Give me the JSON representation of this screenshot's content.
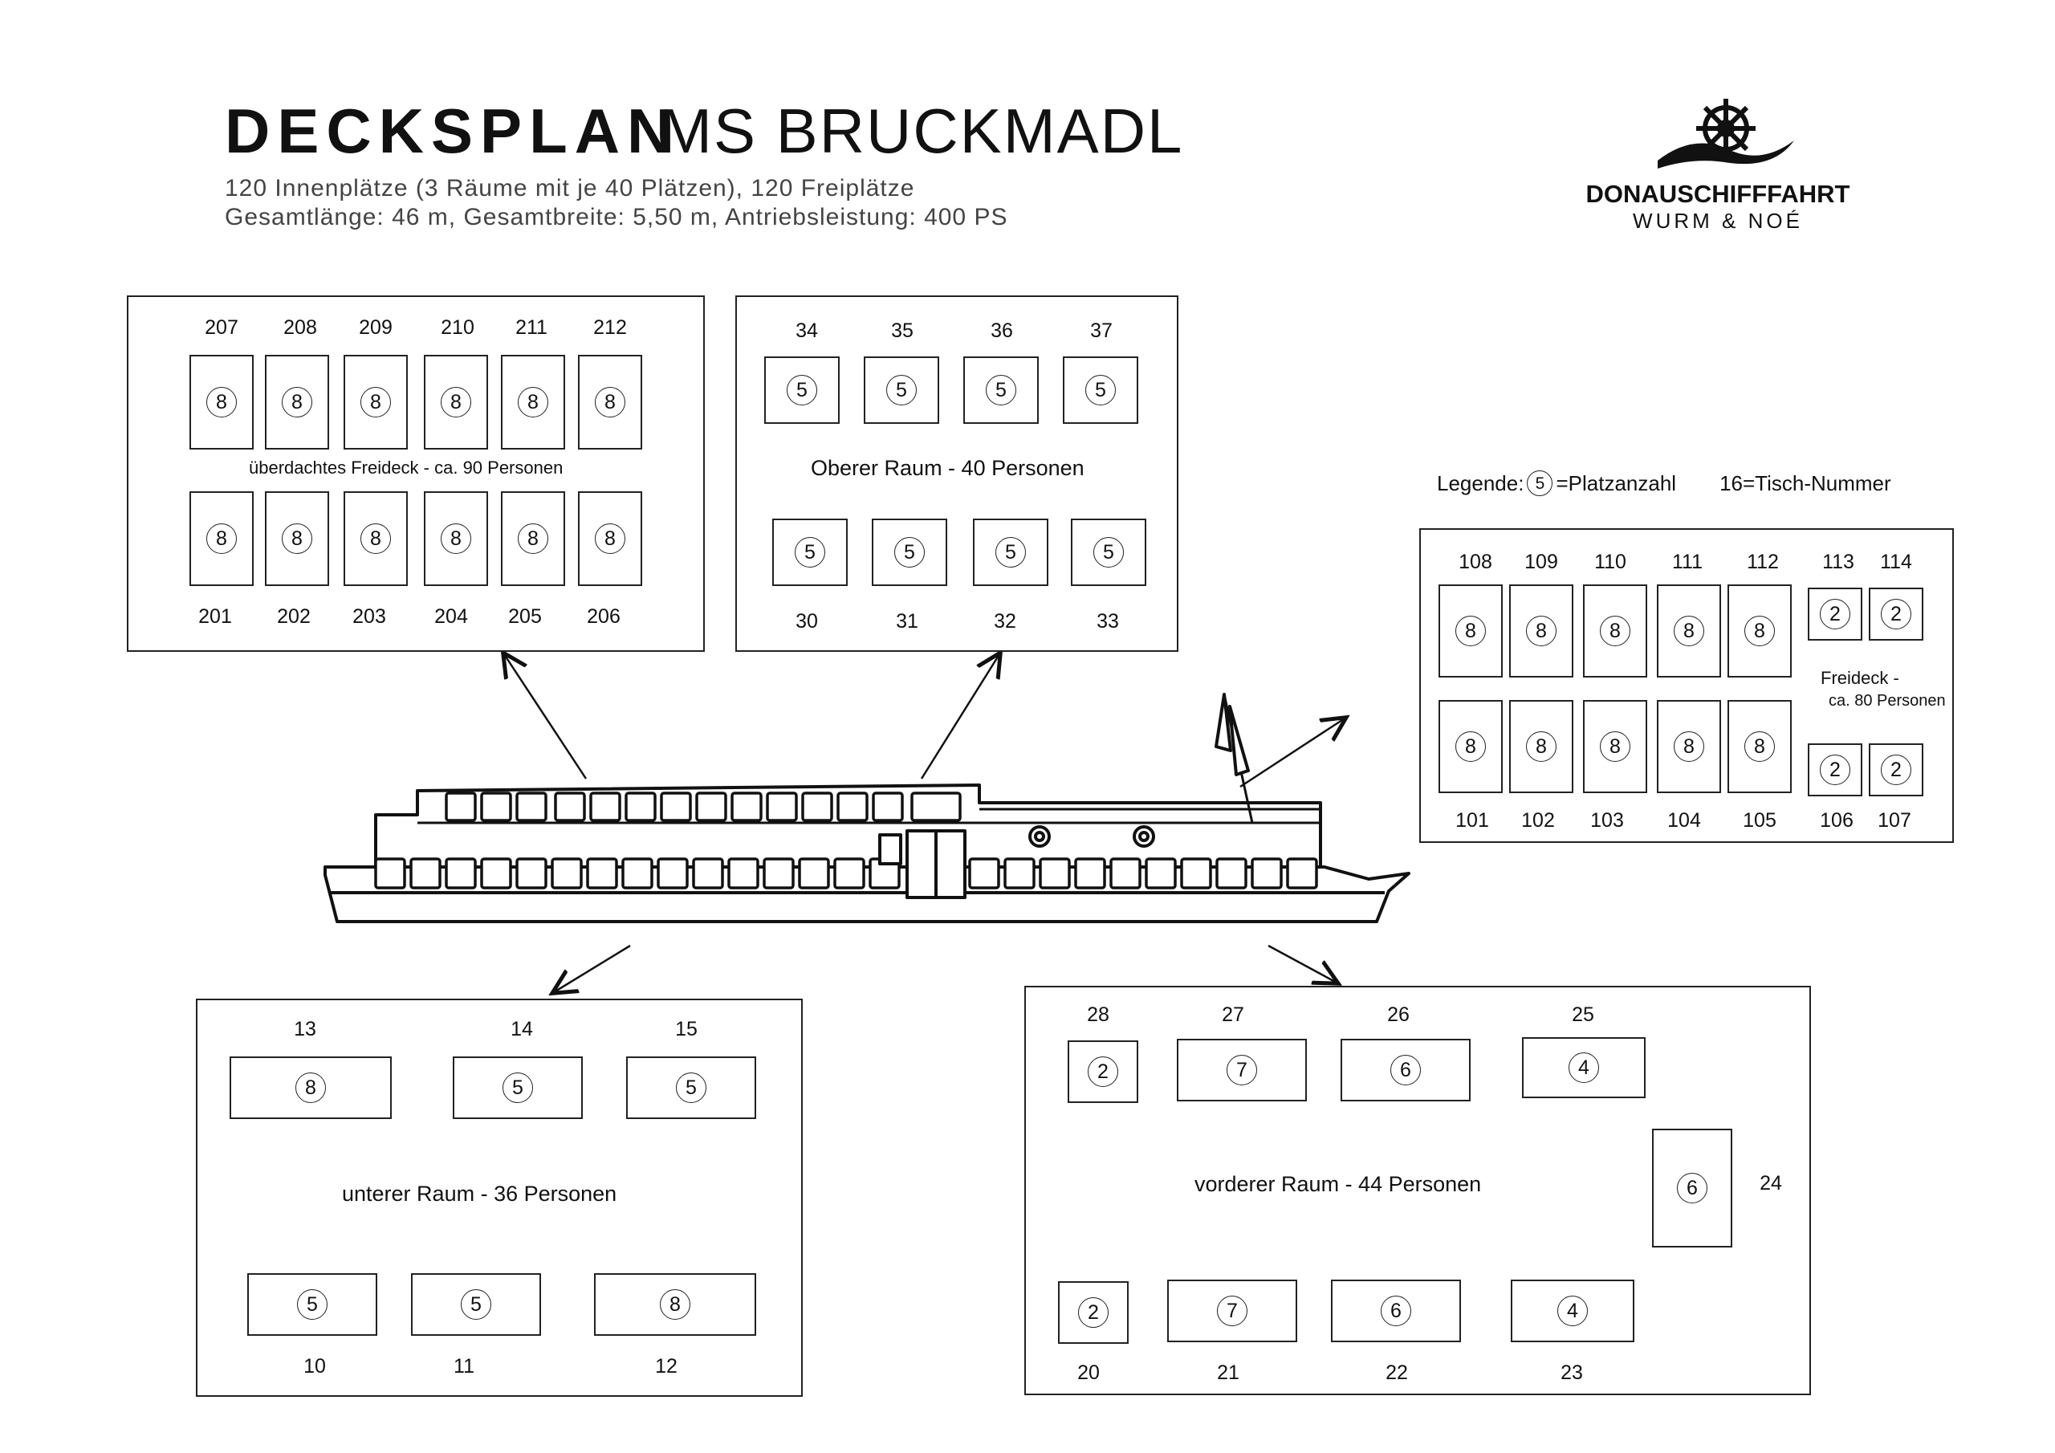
{
  "header": {
    "title": "DECKSPLAN",
    "ship_name": "MS BRUCKMADL",
    "line1": "120 Innenplätze (3 Räume mit je 40 Plätzen), 120 Freiplätze",
    "line2": "Gesamtlänge: 46 m, Gesamtbreite: 5,50 m, Antriebsleistung: 400 PS"
  },
  "logo": {
    "name": "DONAUSCHIFFFAHRT",
    "subtitle": "WURM & NOÉ",
    "icon": "ship-wheel-icon"
  },
  "legend": {
    "prefix": "Legende:",
    "sample_seats": "5",
    "seats_label": "=Platzanzahl",
    "table_label": "16=Tisch-Nummer"
  },
  "panels": {
    "freideck_top": {
      "label": "überdachtes Freideck  - ca. 90 Personen",
      "top_row": [
        {
          "number": "207",
          "seats": "8"
        },
        {
          "number": "208",
          "seats": "8"
        },
        {
          "number": "209",
          "seats": "8"
        },
        {
          "number": "210",
          "seats": "8"
        },
        {
          "number": "211",
          "seats": "8"
        },
        {
          "number": "212",
          "seats": "8"
        }
      ],
      "bottom_row": [
        {
          "number": "201",
          "seats": "8"
        },
        {
          "number": "202",
          "seats": "8"
        },
        {
          "number": "203",
          "seats": "8"
        },
        {
          "number": "204",
          "seats": "8"
        },
        {
          "number": "205",
          "seats": "8"
        },
        {
          "number": "206",
          "seats": "8"
        }
      ]
    },
    "oberer_raum": {
      "label": "Oberer Raum  - 40 Personen",
      "top_row": [
        {
          "number": "34",
          "seats": "5"
        },
        {
          "number": "35",
          "seats": "5"
        },
        {
          "number": "36",
          "seats": "5"
        },
        {
          "number": "37",
          "seats": "5"
        }
      ],
      "bottom_row": [
        {
          "number": "30",
          "seats": "5"
        },
        {
          "number": "31",
          "seats": "5"
        },
        {
          "number": "32",
          "seats": "5"
        },
        {
          "number": "33",
          "seats": "5"
        }
      ]
    },
    "freideck_aft": {
      "label_line1": "Freideck  -",
      "label_line2": "ca. 80 Personen",
      "top_row": [
        {
          "number": "108",
          "seats": "8"
        },
        {
          "number": "109",
          "seats": "8"
        },
        {
          "number": "110",
          "seats": "8"
        },
        {
          "number": "111",
          "seats": "8"
        },
        {
          "number": "112",
          "seats": "8"
        },
        {
          "number": "113",
          "seats": "2"
        },
        {
          "number": "114",
          "seats": "2"
        }
      ],
      "bottom_row": [
        {
          "number": "101",
          "seats": "8"
        },
        {
          "number": "102",
          "seats": "8"
        },
        {
          "number": "103",
          "seats": "8"
        },
        {
          "number": "104",
          "seats": "8"
        },
        {
          "number": "105",
          "seats": "8"
        },
        {
          "number": "106",
          "seats": "2"
        },
        {
          "number": "107",
          "seats": "2"
        }
      ]
    },
    "unterer_raum": {
      "label": "unterer Raum  - 36 Personen",
      "top_row": [
        {
          "number": "13",
          "seats": "8"
        },
        {
          "number": "14",
          "seats": "5"
        },
        {
          "number": "15",
          "seats": "5"
        }
      ],
      "bottom_row": [
        {
          "number": "10",
          "seats": "5"
        },
        {
          "number": "11",
          "seats": "5"
        },
        {
          "number": "12",
          "seats": "8"
        }
      ]
    },
    "vorderer_raum": {
      "label": "vorderer Raum  - 44 Personen",
      "top_row": [
        {
          "number": "28",
          "seats": "2"
        },
        {
          "number": "27",
          "seats": "7"
        },
        {
          "number": "26",
          "seats": "6"
        },
        {
          "number": "25",
          "seats": "4"
        }
      ],
      "side": {
        "number": "24",
        "seats": "6"
      },
      "bottom_row": [
        {
          "number": "20",
          "seats": "2"
        },
        {
          "number": "21",
          "seats": "7"
        },
        {
          "number": "22",
          "seats": "6"
        },
        {
          "number": "23",
          "seats": "4"
        }
      ]
    }
  }
}
